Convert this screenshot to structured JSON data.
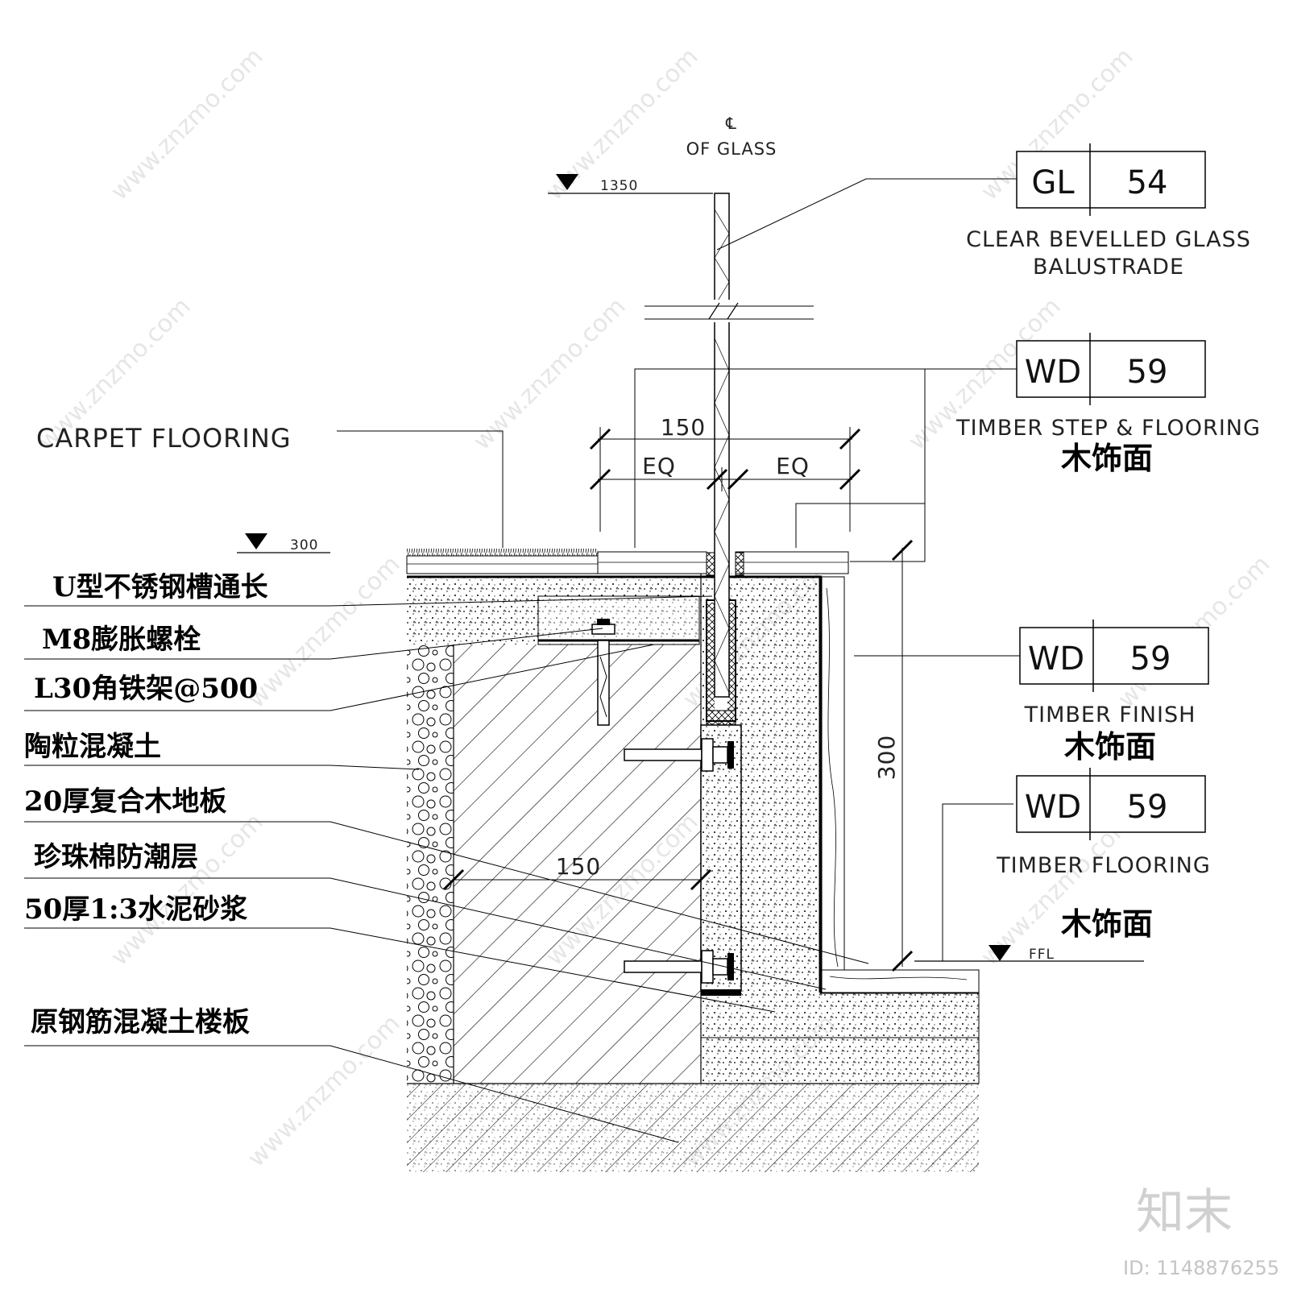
{
  "centerline": {
    "symbol": "℄",
    "label": "OF GLASS"
  },
  "levels": {
    "top_rail": "1350",
    "upper_floor": "300",
    "ffl": "FFL"
  },
  "dimensions": {
    "width_top": "150",
    "eq_left": "EQ",
    "eq_right": "EQ",
    "height_step": "300",
    "width_mid": "150"
  },
  "tags": [
    {
      "code": "GL",
      "number": "54",
      "en": [
        "CLEAR BEVELLED GLASS",
        "BALUSTRADE"
      ],
      "cn": ""
    },
    {
      "code": "WD",
      "number": "59",
      "en": [
        "TIMBER STEP & FLOORING"
      ],
      "cn": "木饰面"
    },
    {
      "code": "WD",
      "number": "59",
      "en": [
        "TIMBER FINISH"
      ],
      "cn": "木饰面"
    },
    {
      "code": "WD",
      "number": "59",
      "en": [
        "TIMBER FLOORING"
      ],
      "cn": "木饰面"
    }
  ],
  "carpet_label": "CARPET FLOORING",
  "left_labels": [
    "U型不锈钢槽通长",
    "M8膨胀螺栓",
    "L30角铁架@500",
    "陶粒混凝土",
    "20厚复合木地板",
    "珍珠棉防潮层",
    "50厚1:3水泥砂浆",
    "原钢筋混凝土楼板"
  ],
  "watermark": {
    "site": "www.znzmo.com",
    "logo": "知末",
    "id": "ID: 1148876255"
  }
}
